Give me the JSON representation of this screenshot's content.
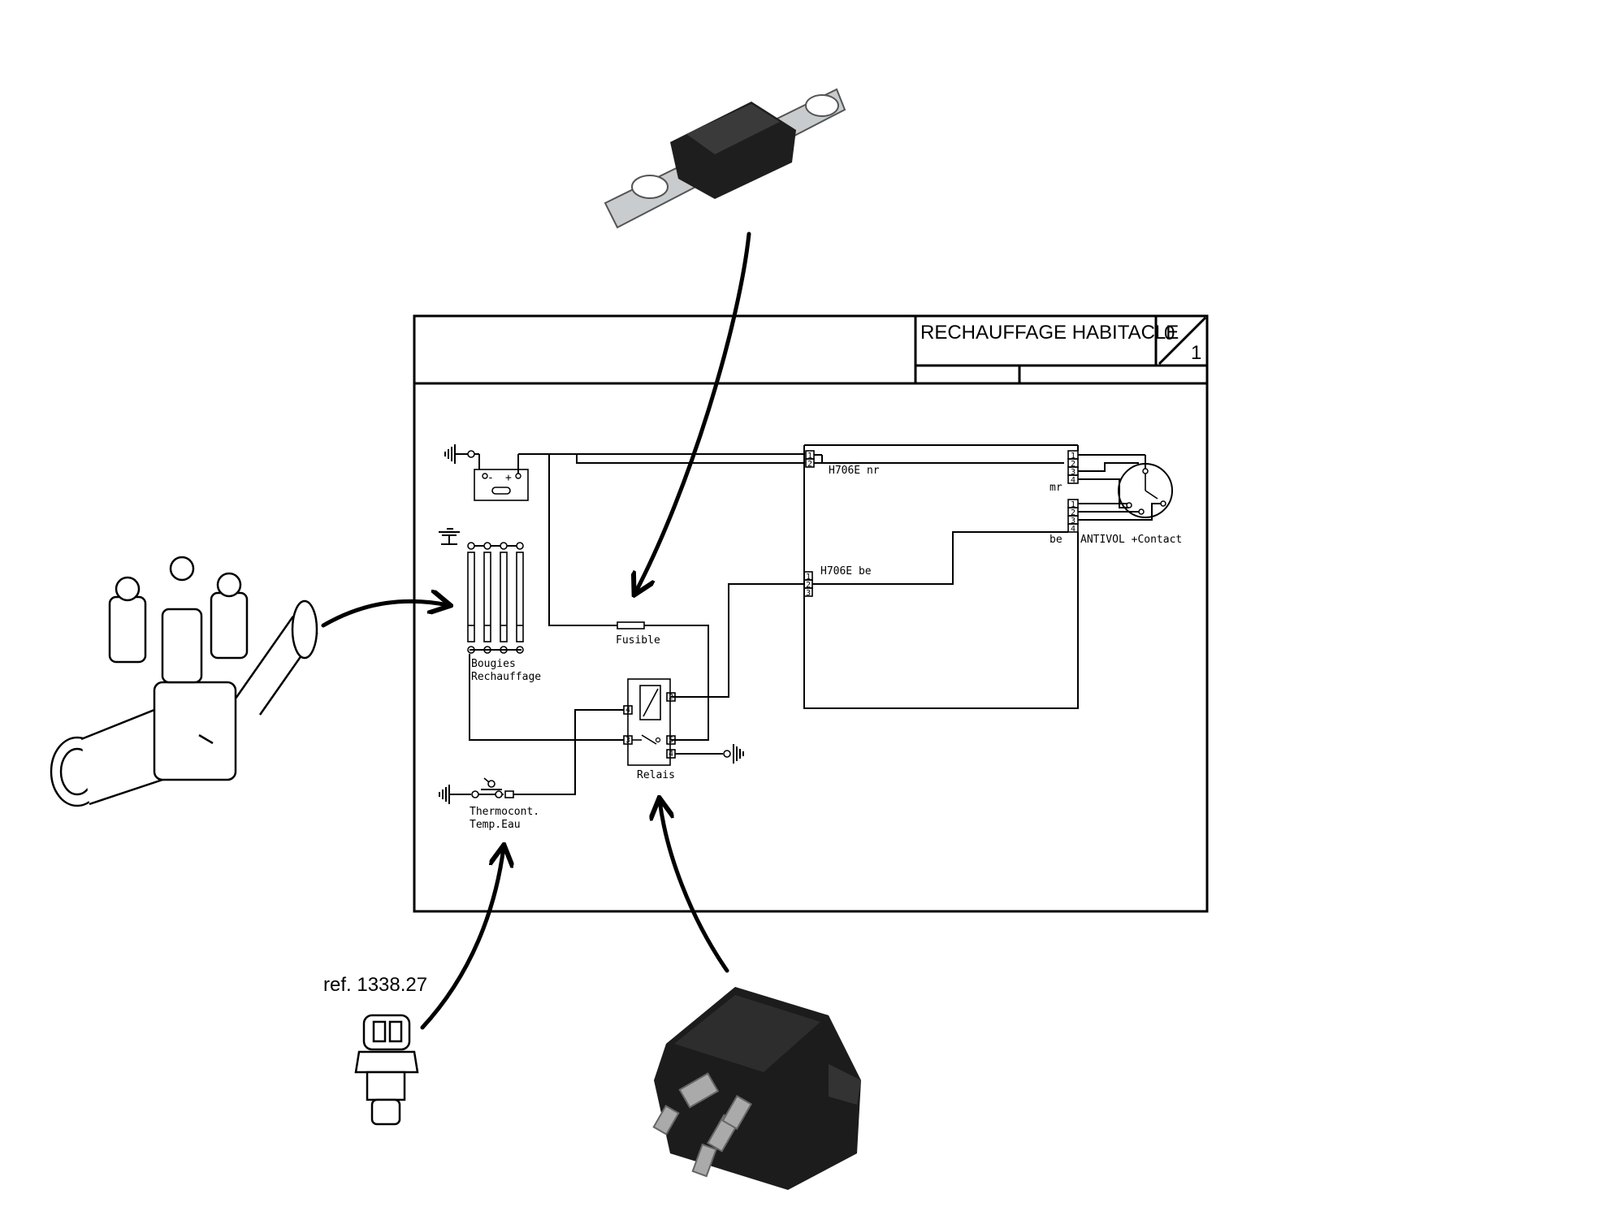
{
  "title_block": {
    "title": "RECHAUFFAGE HABITACLE",
    "sheet_top": "0",
    "sheet_bottom": "1"
  },
  "labels": {
    "connector_top": "H706E nr",
    "connector_mid": "H706E be",
    "mr": "mr",
    "be": "be",
    "antivol": "ANTIVOL +Contact",
    "fusible": "Fusible",
    "bougies_1": "Bougies",
    "bougies_2": "Rechauffage",
    "relais": "Relais",
    "thermo_1": "Thermocont.",
    "thermo_2": "Temp.Eau",
    "battery_minus": "-",
    "battery_plus": "+"
  },
  "pins": {
    "top_connector": [
      "1",
      "2"
    ],
    "mid_connector": [
      "1",
      "2",
      "3"
    ],
    "mr_connector": [
      "1",
      "2",
      "3",
      "4"
    ],
    "be_connector": [
      "1",
      "2",
      "3",
      "4"
    ],
    "relay": [
      "4",
      "2",
      "3",
      "5",
      "4"
    ]
  },
  "photos": {
    "ref_caption": "ref. 1338.27"
  },
  "icons": [
    "ground-icon",
    "battery-icon",
    "fuse-photo",
    "heater-housing-photo",
    "temperature-sensor-photo",
    "relay-photo",
    "ignition-switch-icon"
  ]
}
